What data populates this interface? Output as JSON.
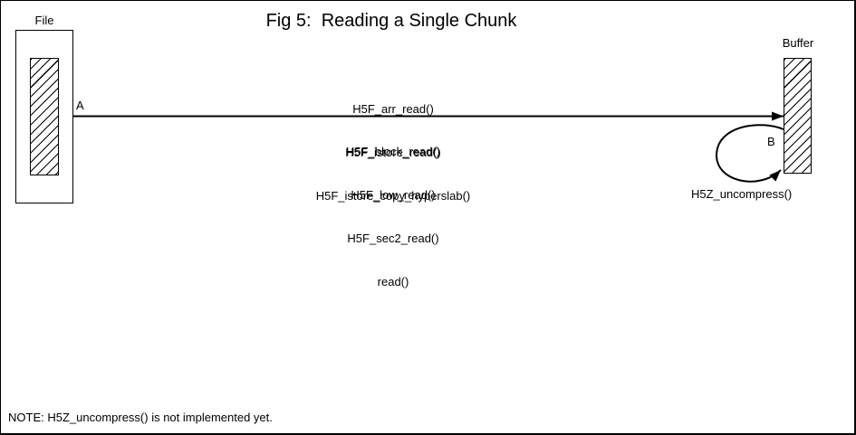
{
  "title": "Fig 5:  Reading a Single Chunk",
  "file": {
    "label": "File"
  },
  "buffer": {
    "label": "Buffer"
  },
  "arrows": {
    "a_label": "A",
    "b_label": "B",
    "b_caption": "H5Z_uncompress()"
  },
  "call_stack": {
    "above_arrow": [
      "H5F_arr_read()",
      "H5F_istore_read()",
      "H5F_istore_copy_hyperslab()"
    ],
    "below_arrow": [
      "H5F_block_read()",
      "H5F_low_read()",
      "H5F_sec2_read()",
      "read()"
    ]
  },
  "note": "NOTE: H5Z_uncompress() is not implemented yet.",
  "colors": {
    "ink": "#000000",
    "background": "#ffffff"
  }
}
